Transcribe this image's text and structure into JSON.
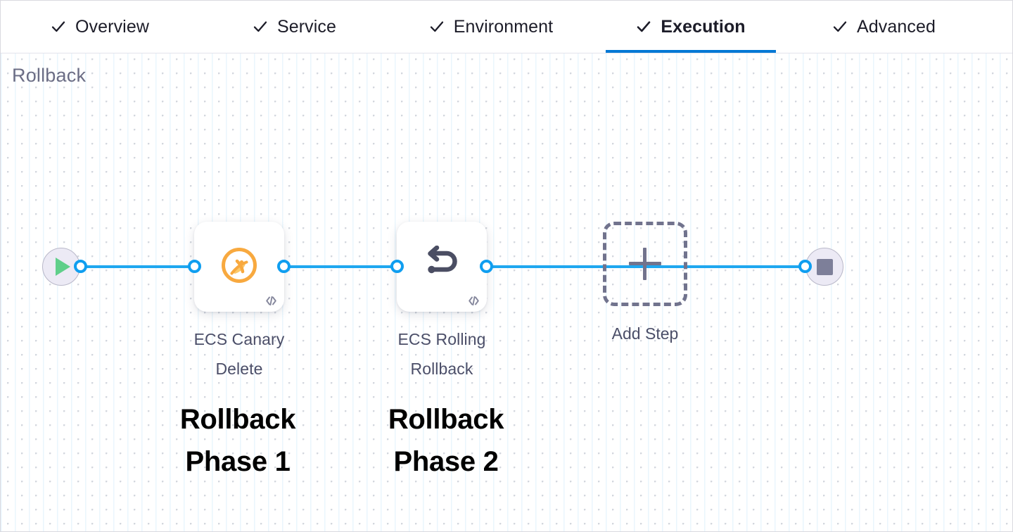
{
  "tabs": [
    {
      "label": "Overview",
      "icon": "check-icon",
      "active": false
    },
    {
      "label": "Service",
      "icon": "check-icon",
      "active": false
    },
    {
      "label": "Environment",
      "icon": "check-icon",
      "active": false
    },
    {
      "label": "Execution",
      "icon": "check-icon",
      "active": true
    },
    {
      "label": "Advanced",
      "icon": "check-icon",
      "active": false
    }
  ],
  "canvas": {
    "title": "Rollback",
    "start_node": {
      "icon": "play-icon",
      "name": "start-node"
    },
    "end_node": {
      "icon": "stop-icon",
      "name": "end-node"
    },
    "add_step": {
      "label": "Add Step",
      "icon": "plus-icon"
    }
  },
  "steps": [
    {
      "label": "ECS Canary Delete",
      "icon": "ecs-canary-delete-icon",
      "badge_icon": "code-icon",
      "annotation": "Rollback\nPhase 1"
    },
    {
      "label": "ECS Rolling Rollback",
      "icon": "rollback-arrow-icon",
      "badge_icon": "code-icon",
      "annotation": "Rollback\nPhase 2"
    }
  ],
  "colors": {
    "active_tab_underline": "#0278d5",
    "connector": "#1fa7f0",
    "port_ring": "#0f9ef0",
    "canary_icon": "#f7a33c",
    "rollback_icon": "#4b4e63",
    "start_play": "#5fcf8a",
    "end_stop": "#7d7f99",
    "terminal_fill": "#eceaf5",
    "title_text": "#6b6d85",
    "add_step_border": "#71738d",
    "annotation_text": "#000000"
  }
}
